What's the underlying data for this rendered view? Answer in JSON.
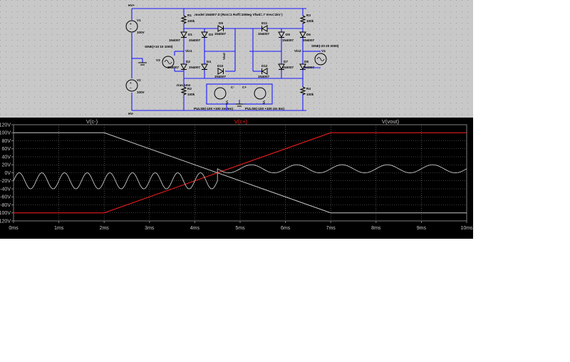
{
  "schematic": {
    "model_directive": ".model 1N4007 D (Ron=1 Roff=10Meg Vfwd=.7 Vrev=1kV )",
    "tran_directive": ".tran 10m",
    "nodes": {
      "hv_plus": "HV+",
      "hv_minus": "HV-",
      "vin1": "Vin1",
      "vin2": "Vin2",
      "vout": "Vout",
      "c_minus": "C-",
      "c_plus": "C+"
    },
    "sources": {
      "v1": {
        "name": "V1",
        "value": "100V"
      },
      "v2": {
        "name": "V2",
        "value": "100V"
      },
      "v3": {
        "name": "V3",
        "value": "SINE(+10 10 1000)"
      },
      "v4": {
        "name": "V4",
        "value": "SINE(-20 20 2000)"
      },
      "v5": {
        "name": "V5",
        "value": "PULSE(-100 +100 2m 5m)"
      },
      "v6": {
        "name": "V6",
        "value": "PULSE(-100 +100 2m 5m)"
      }
    },
    "resistors": [
      {
        "name": "R1",
        "value": "100k"
      },
      {
        "name": "R2",
        "value": "100k"
      },
      {
        "name": "R3",
        "value": "100k"
      },
      {
        "name": "R4",
        "value": "100k"
      }
    ],
    "diodes": [
      {
        "name": "D1",
        "model": "1N4007"
      },
      {
        "name": "D2",
        "model": "1N4007"
      },
      {
        "name": "D3",
        "model": "1N4007"
      },
      {
        "name": "D4",
        "model": "1N4007"
      },
      {
        "name": "D5",
        "model": "1N4007"
      },
      {
        "name": "D6",
        "model": "1N4007"
      },
      {
        "name": "D7",
        "model": "1N4007"
      },
      {
        "name": "D8",
        "model": "1N4007"
      },
      {
        "name": "D9",
        "model": "1N4007"
      },
      {
        "name": "D10",
        "model": "1N4007"
      },
      {
        "name": "D11",
        "model": "1N4007"
      },
      {
        "name": "D12",
        "model": "1N4007"
      }
    ]
  },
  "plot": {
    "trace_headers": [
      {
        "label": "V(c-)",
        "color": "#c8c8c8"
      },
      {
        "label": "V(c+)",
        "color": "#ff2020"
      },
      {
        "label": "V(vout)",
        "color": "#c8c8c8"
      }
    ]
  },
  "chart_data": {
    "type": "line",
    "xlabel": "",
    "ylabel": "",
    "x_unit": "ms",
    "xlim": [
      0,
      10
    ],
    "ylim": [
      -120,
      120
    ],
    "xticks": [
      "0ms",
      "1ms",
      "2ms",
      "3ms",
      "4ms",
      "5ms",
      "6ms",
      "7ms",
      "8ms",
      "9ms",
      "10ms"
    ],
    "yticks": [
      "120V",
      "100V",
      "80V",
      "60V",
      "40V",
      "20V",
      "0V",
      "-20V",
      "-40V",
      "-60V",
      "-80V",
      "-100V",
      "-120V"
    ],
    "grid": true,
    "series": [
      {
        "name": "V(c-)",
        "color": "#c8c8c8",
        "x": [
          0,
          2,
          7,
          10
        ],
        "y": [
          100,
          100,
          -100,
          -100
        ]
      },
      {
        "name": "V(c+)",
        "color": "#ff2020",
        "x": [
          0,
          2,
          7,
          10
        ],
        "y": [
          -100,
          -100,
          100,
          100
        ]
      },
      {
        "name": "V(vout)",
        "color": "#c8c8c8",
        "kind": "sine",
        "x_start": 0,
        "x_end": 10,
        "segments": [
          {
            "from": 0,
            "to": 4.5,
            "offset": -20,
            "amplitude": 20,
            "freq_per_ms": 2
          },
          {
            "from": 4.5,
            "to": 10,
            "offset": 10,
            "amplitude": 10,
            "freq_per_ms": 1
          }
        ]
      }
    ]
  }
}
